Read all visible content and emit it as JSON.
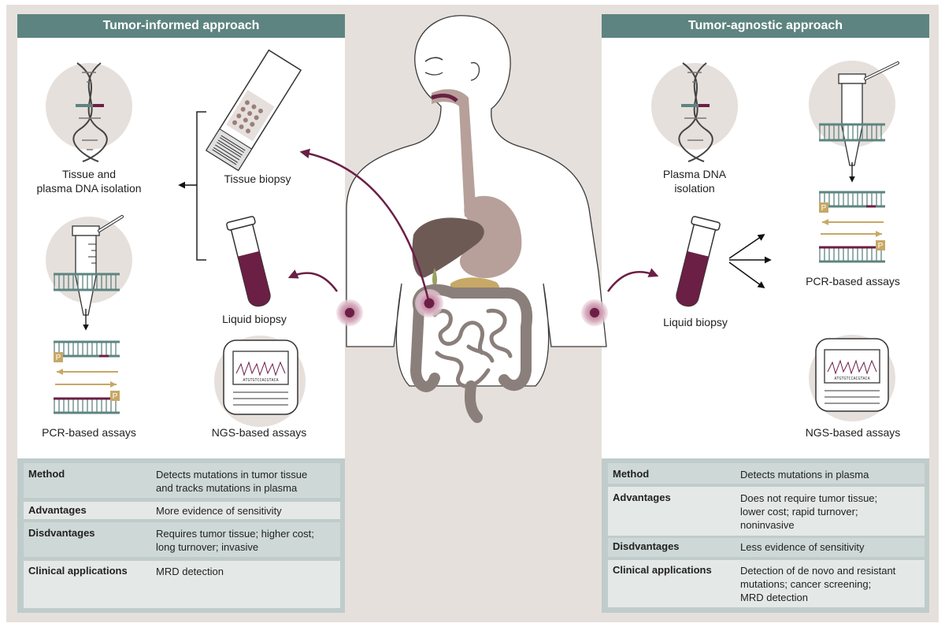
{
  "colors": {
    "teal": "#5d8480",
    "plum": "#6b1f45",
    "tan": "#c7a866",
    "organ_liver": "#6e5a55",
    "organ_stomach": "#b7a09a",
    "intestine": "#8a7f7b",
    "bg": "#e6e0dc"
  },
  "left": {
    "header": "Tumor-informed approach",
    "labels": {
      "isolation": "Tissue and\nplasma DNA isolation",
      "tissue_biopsy": "Tissue biopsy",
      "liquid_biopsy": "Liquid biopsy",
      "pcr": "PCR-based assays",
      "ngs": "NGS-based assays"
    },
    "ngs_sequence": "ATGTGTCCACGTACA",
    "table": [
      {
        "key": "Method",
        "value": "Detects mutations in tumor tissue\nand tracks mutations in plasma"
      },
      {
        "key": "Advantages",
        "value": "More evidence of sensitivity"
      },
      {
        "key": "Disdvantages",
        "value": "Requires tumor tissue; higher cost;\nlong turnover; invasive"
      },
      {
        "key": "Clinical applications",
        "value": "MRD detection"
      }
    ]
  },
  "right": {
    "header": "Tumor-agnostic approach",
    "labels": {
      "isolation": "Plasma DNA\nisolation",
      "liquid_biopsy": "Liquid biopsy",
      "pcr": "PCR-based assays",
      "ngs": "NGS-based assays"
    },
    "ngs_sequence": "ATGTGTCCACGTACA",
    "table": [
      {
        "key": "Method",
        "value": "Detects mutations in plasma"
      },
      {
        "key": "Advantages",
        "value": "Does not require tumor tissue;\nlower cost; rapid turnover;\nnoninvasive"
      },
      {
        "key": "Disdvantages",
        "value": "Less evidence of sensitivity"
      },
      {
        "key": "Clinical applications",
        "value": "Detection of de novo and resistant\nmutations; cancer screening;\nMRD detection"
      }
    ]
  },
  "pcr_badge": "P"
}
